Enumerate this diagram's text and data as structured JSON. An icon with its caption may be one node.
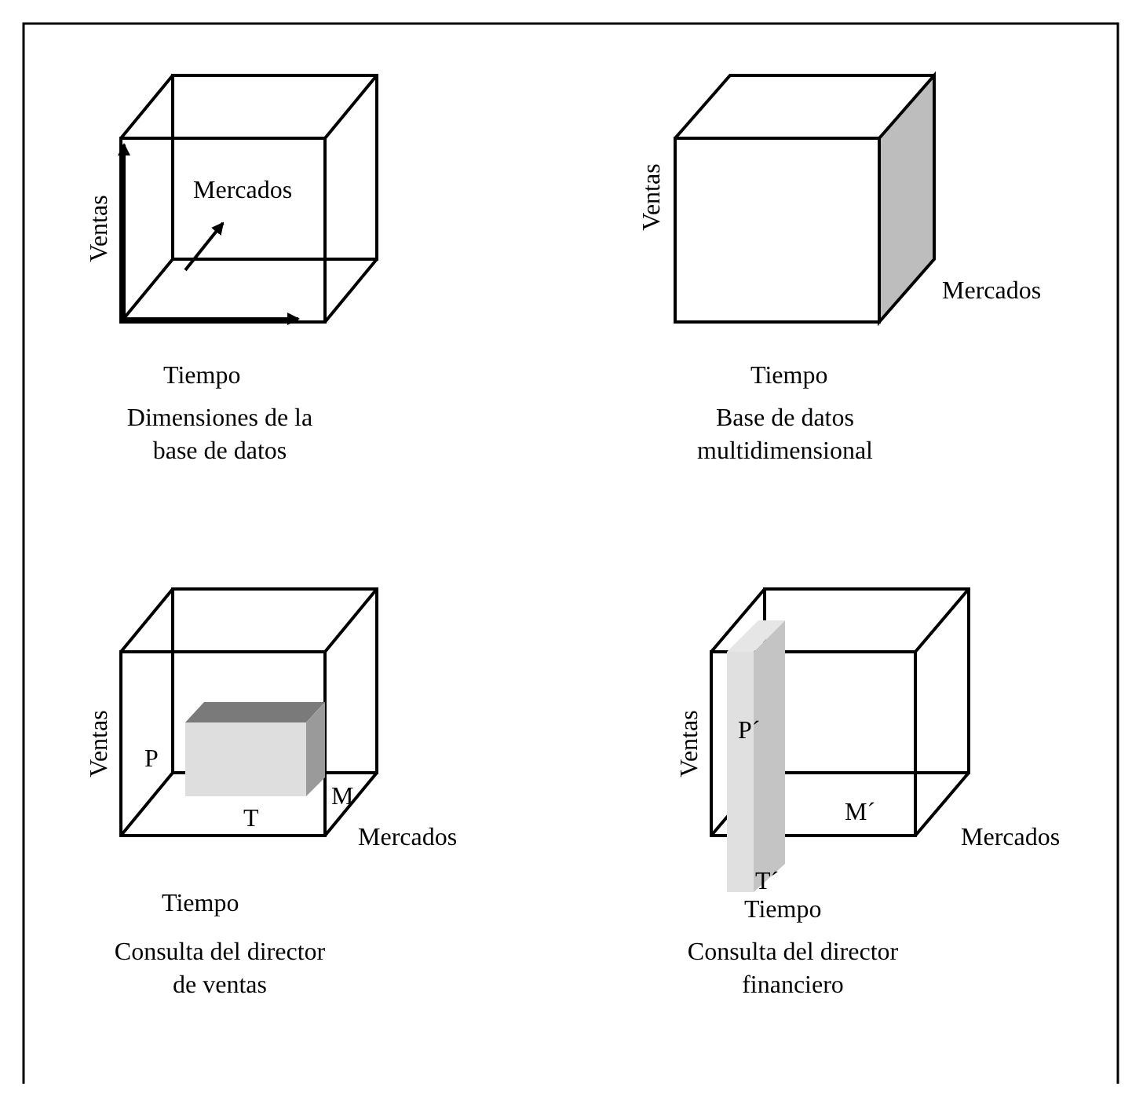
{
  "diagram": {
    "labels": [
      "Mercados",
      "Ventas",
      "Tiempo",
      "Dimensiones de la base de datos",
      "Ventas",
      "Mercados",
      "Tiempo",
      "Base de datos multidimensional",
      "Ventas",
      "P",
      "M",
      "T",
      "Mercados",
      "Tiempo",
      "Consulta del director de ventas",
      "Ventas",
      "P´",
      "M´",
      "Mercados",
      "T´",
      "Tiempo",
      "Consulta del director financiero"
    ]
  }
}
